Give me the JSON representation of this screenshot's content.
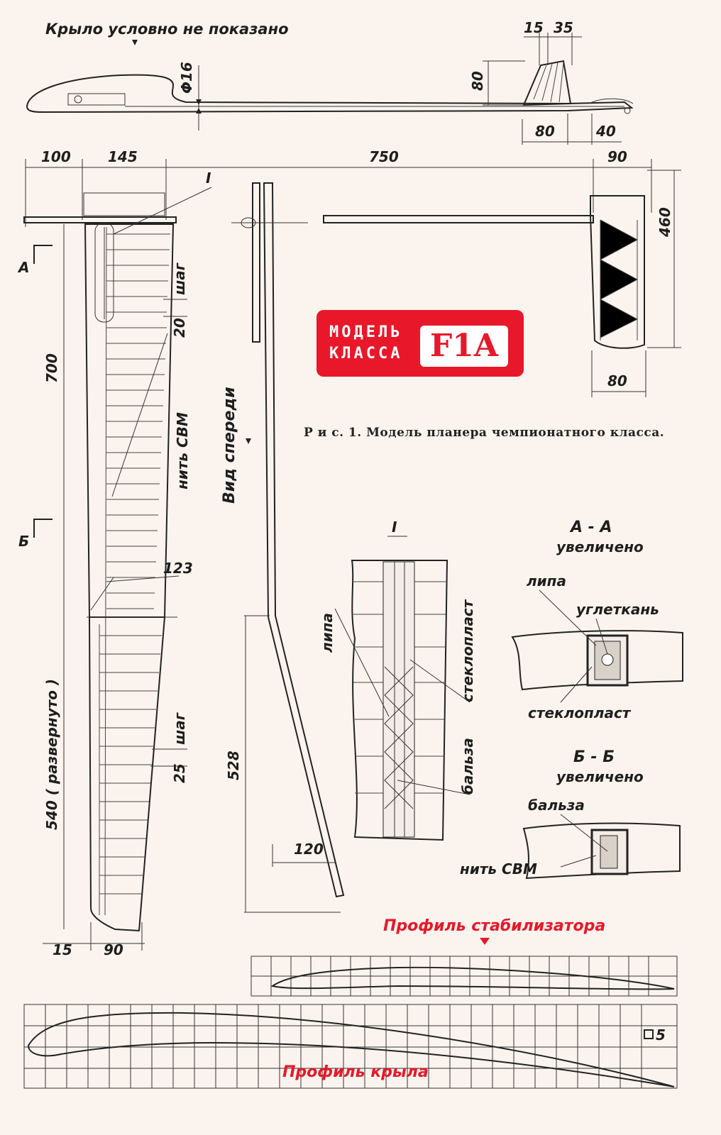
{
  "top_note": "Крыло условно не показано",
  "caption": "Р и с. 1. Модель планера чемпионатного класса.",
  "badge": {
    "line1": "МОДЕЛЬ",
    "line2": "КЛАССА",
    "class": "F1A"
  },
  "dims": {
    "d_fi16": "Φ16",
    "d_15": "15",
    "d_35": "35",
    "d_80_fin": "80",
    "d_80_bottom": "80",
    "d_40": "40",
    "d_100": "100",
    "d_145": "145",
    "d_750": "750",
    "d_90_top": "90",
    "d_460": "460",
    "d_80_stab": "80",
    "d_700": "700",
    "d_540": "540 ( развернуто )",
    "d_123": "123",
    "d_20": "20",
    "d_25": "25",
    "d_15_bottom": "15",
    "d_90_bottom": "90",
    "d_528": "528",
    "d_120": "120"
  },
  "labels": {
    "step1": "шаг",
    "step2": "шаг",
    "thread": "нить СВМ",
    "section_a": "А",
    "section_b": "Б",
    "front_view": "Вид спереди",
    "detail_I_mark": "I",
    "detail_I_title": "I",
    "lipa1": "липа",
    "stekloplast1": "стеклопласт",
    "balsa1": "бальза",
    "aa_title": "А - А",
    "aa_sub": "увеличено",
    "lipa2": "липа",
    "ugletkan": "углеткань",
    "stekloplast2": "стеклопласт",
    "bb_title": "Б - Б",
    "bb_sub": "увеличено",
    "balsa2": "бальза",
    "thread2": "нить СВМ",
    "stab_profile": "Профиль стабилизатора",
    "wing_profile": "Профиль крыла",
    "grid_scale": "5"
  }
}
